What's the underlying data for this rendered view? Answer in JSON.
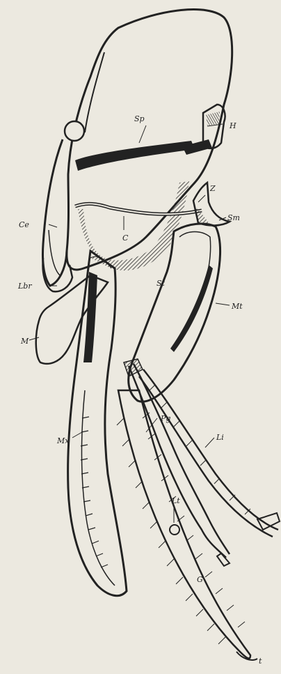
{
  "figure": {
    "background": "#ece9e0",
    "ink": "#222222",
    "labels": {
      "sp": "Sp",
      "h": "H",
      "z": "Z",
      "sm": "Sm",
      "ce": "Ce",
      "c": "C",
      "lbr": "Lbr",
      "st": "St",
      "mt": "Mt",
      "m": "M",
      "pg": "Pg",
      "li": "Li",
      "mx": "Mx",
      "lt": "Lt",
      "g": "G",
      "t": "t"
    }
  }
}
